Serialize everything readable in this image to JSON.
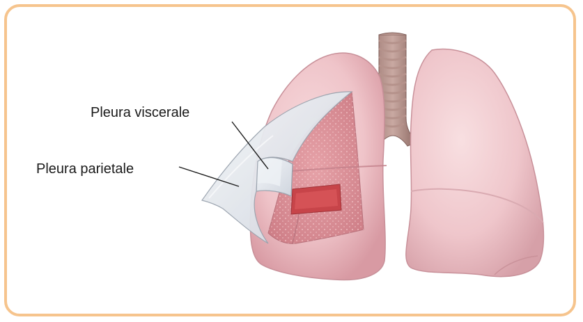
{
  "labels": {
    "visceral_pleura": "Pleura viscerale",
    "parietal_pleura": "Pleura parietale"
  },
  "colors": {
    "frame_border": "#f6c48d",
    "lung_surface": "#f0c8cc",
    "lung_shadow": "#d9a2aa",
    "lung_tissue": "#d98a92",
    "bronchus": "#c9444a",
    "trachea_ring": "#a5857f",
    "pleura_membrane": "#e4e8ee",
    "label_text": "#1a1a1a"
  },
  "icons": {
    "trachea": "trachea-illustration",
    "right_lung": "lung-illustration",
    "left_lung": "lung-illustration"
  }
}
